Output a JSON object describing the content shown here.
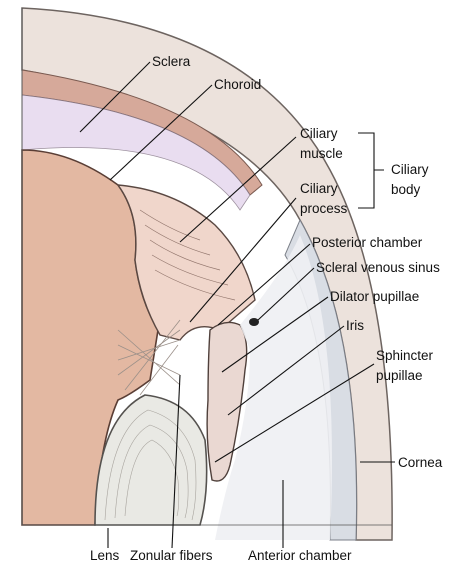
{
  "labels": {
    "sclera": "Sclera",
    "choroid": "Choroid",
    "ciliary_muscle_line1": "Ciliary",
    "ciliary_muscle_line2": "muscle",
    "ciliary_process_line1": "Ciliary",
    "ciliary_process_line2": "process",
    "ciliary_body_line1": "Ciliary",
    "ciliary_body_line2": "body",
    "posterior_chamber": "Posterior chamber",
    "scleral_venous_sinus": "Scleral venous sinus",
    "dilator_pupillae": "Dilator pupillae",
    "iris": "Iris",
    "sphincter_line1": "Sphincter",
    "sphincter_line2": "pupillae",
    "cornea": "Cornea",
    "lens": "Lens",
    "zonular_fibers": "Zonular fibers",
    "anterior_chamber": "Anterior chamber"
  },
  "colors": {
    "vitreous": "#e3b8a2",
    "sclera": "#ece2dc",
    "choroid": "#d6a99a",
    "ciliary": "#f0d6cb",
    "iris": "#ead8d2",
    "lens": "#e9e9e4",
    "cornea": "#d9dde4",
    "anterior_chamber": "#eef0f3",
    "zonules": "#c9c2bc"
  }
}
